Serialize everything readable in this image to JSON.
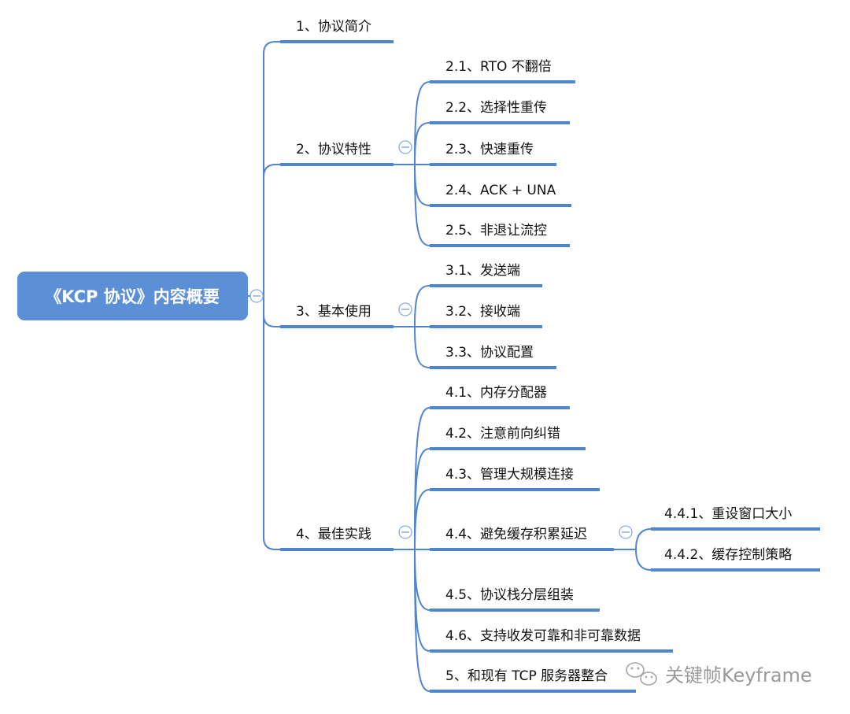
{
  "mindmap": {
    "root": "《KCP 协议》内容概要",
    "nodes": [
      {
        "label": "1、协议简介"
      },
      {
        "label": "2、协议特性",
        "children": [
          {
            "label": "2.1、RTO 不翻倍"
          },
          {
            "label": "2.2、选择性重传"
          },
          {
            "label": "2.3、快速重传"
          },
          {
            "label": "2.4、ACK + UNA"
          },
          {
            "label": "2.5、非退让流控"
          }
        ]
      },
      {
        "label": "3、基本使用",
        "children": [
          {
            "label": "3.1、发送端"
          },
          {
            "label": "3.2、接收端"
          },
          {
            "label": "3.3、协议配置"
          }
        ]
      },
      {
        "label": "4、最佳实践",
        "children": [
          {
            "label": "4.1、内存分配器"
          },
          {
            "label": "4.2、注意前向纠错"
          },
          {
            "label": "4.3、管理大规模连接"
          },
          {
            "label": "4.4、避免缓存积累延迟",
            "children": [
              {
                "label": "4.4.1、重设窗口大小"
              },
              {
                "label": "4.4.2、缓存控制策略"
              }
            ]
          },
          {
            "label": "4.5、协议栈分层组装"
          },
          {
            "label": "4.6、支持收发可靠和非可靠数据"
          },
          {
            "label": "5、和现有 TCP 服务器整合"
          }
        ]
      }
    ]
  },
  "watermark": {
    "text": "关键帧Keyframe",
    "icon": "wechat-icon"
  }
}
